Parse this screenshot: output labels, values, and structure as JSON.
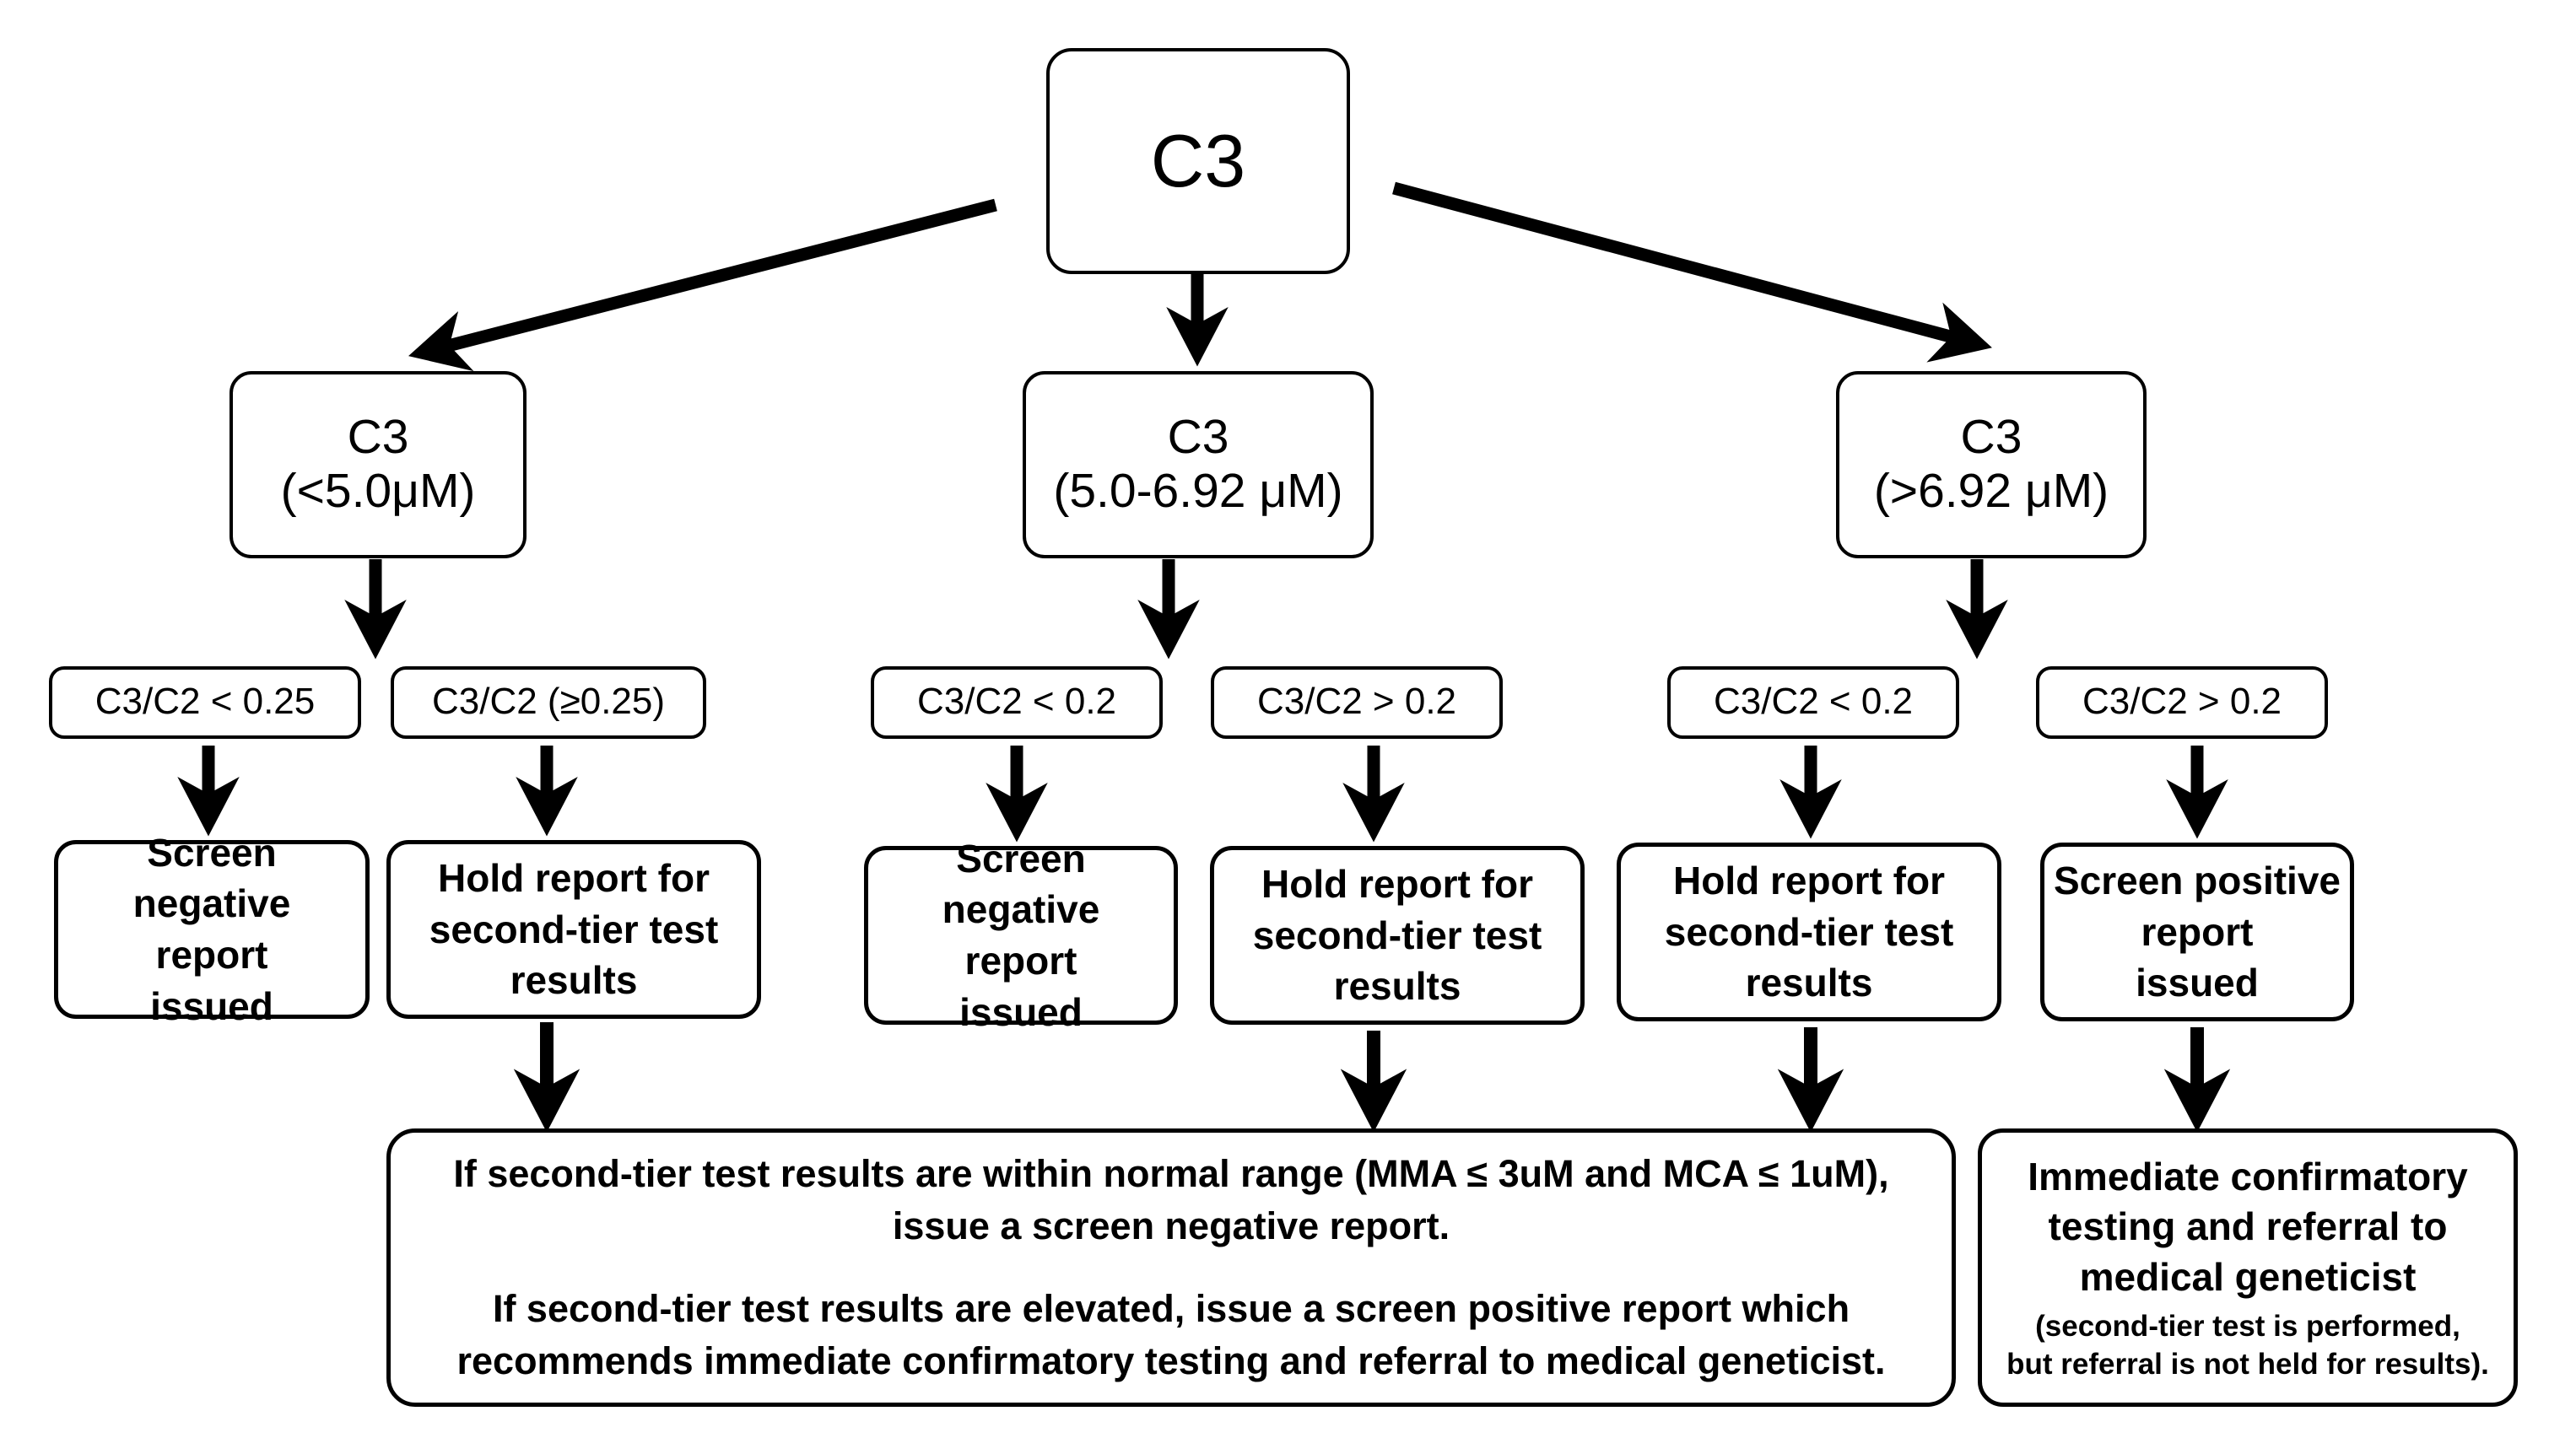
{
  "diagram": {
    "title": "C3 newborn screening decision flowchart",
    "line_color": "#000000",
    "box_fill": "#ffffff"
  },
  "nodes": {
    "root": {
      "label": "C3"
    },
    "tier2": [
      {
        "id": "c3-low",
        "label": "C3\n(<5.0μM)"
      },
      {
        "id": "c3-mid",
        "label": "C3\n(5.0-6.92 μM)"
      },
      {
        "id": "c3-high",
        "label": "C3\n(>6.92 μM)"
      }
    ],
    "tier3": [
      {
        "id": "ratio-low-a",
        "label": "C3/C2 < 0.25"
      },
      {
        "id": "ratio-low-b",
        "label": "C3/C2 (≥0.25)"
      },
      {
        "id": "ratio-mid-a",
        "label": "C3/C2 < 0.2"
      },
      {
        "id": "ratio-mid-b",
        "label": "C3/C2 > 0.2"
      },
      {
        "id": "ratio-high-a",
        "label": "C3/C2 < 0.2"
      },
      {
        "id": "ratio-high-b",
        "label": "C3/C2 > 0.2"
      }
    ],
    "tier4": [
      {
        "id": "action-1",
        "label": "Screen negative\nreport\nissued"
      },
      {
        "id": "action-2",
        "label": "Hold report for\nsecond-tier test\nresults"
      },
      {
        "id": "action-3",
        "label": "Screen negative\nreport\nissued"
      },
      {
        "id": "action-4",
        "label": "Hold report for\nsecond-tier test\nresults"
      },
      {
        "id": "action-5",
        "label": "Hold report for\nsecond-tier test\nresults"
      },
      {
        "id": "action-6",
        "label": "Screen positive\nreport\nissued"
      }
    ],
    "summary": {
      "paragraph_1": "If second-tier test results are within normal range (MMA ≤ 3uM and MCA ≤ 1uM), issue a screen negative report.",
      "paragraph_2": "If second-tier test results are elevated, issue a screen positive report which recommends immediate confirmatory testing and referral to medical geneticist."
    },
    "final": {
      "main": "Immediate confirmatory\ntesting and referral to\nmedical geneticist",
      "sub": "(second-tier test is performed,\nbut referral is not held for results)."
    }
  }
}
